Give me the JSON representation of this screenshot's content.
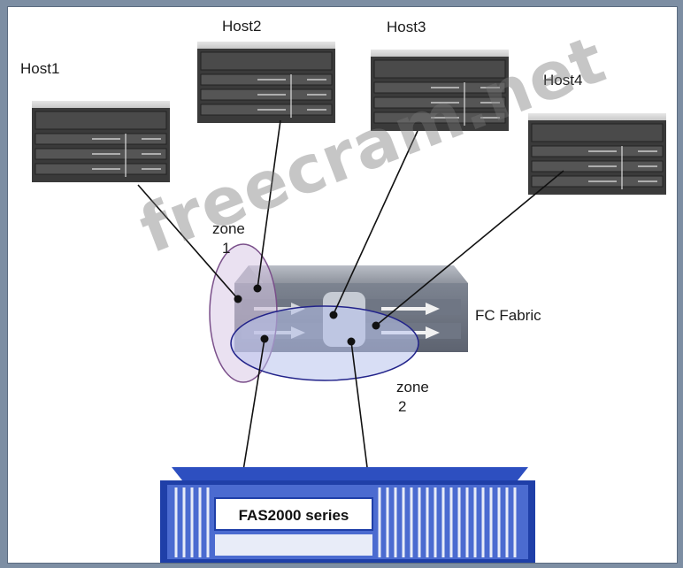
{
  "hosts": [
    {
      "label": "Host1"
    },
    {
      "label": "Host2"
    },
    {
      "label": "Host3"
    },
    {
      "label": "Host4"
    }
  ],
  "fabric": {
    "label": "FC Fabric"
  },
  "zones": {
    "zone1": {
      "line1": "zone",
      "line2": "1"
    },
    "zone2": {
      "line1": "zone",
      "line2": "2"
    }
  },
  "storage": {
    "label": "FAS2000 series"
  },
  "watermark": {
    "text": "freecram.net"
  },
  "colors": {
    "storage_blue": "#1f3fa8",
    "zone1_fill": "#d9c8e6",
    "zone2_fill": "#b8c2ec",
    "server_dark": "#2f2f2f",
    "switch_gray": "#8d929c"
  }
}
